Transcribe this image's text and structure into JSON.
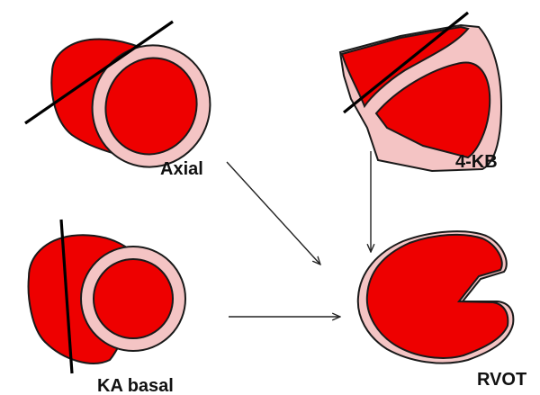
{
  "labels": {
    "axial": "Axial",
    "four_kb": "4-KB",
    "ka_basal": "KA basal",
    "rvot": "RVOT"
  },
  "colors": {
    "chamber": "#ee0000",
    "wall": "#f4c4c4",
    "outline": "#1a1a1a"
  }
}
